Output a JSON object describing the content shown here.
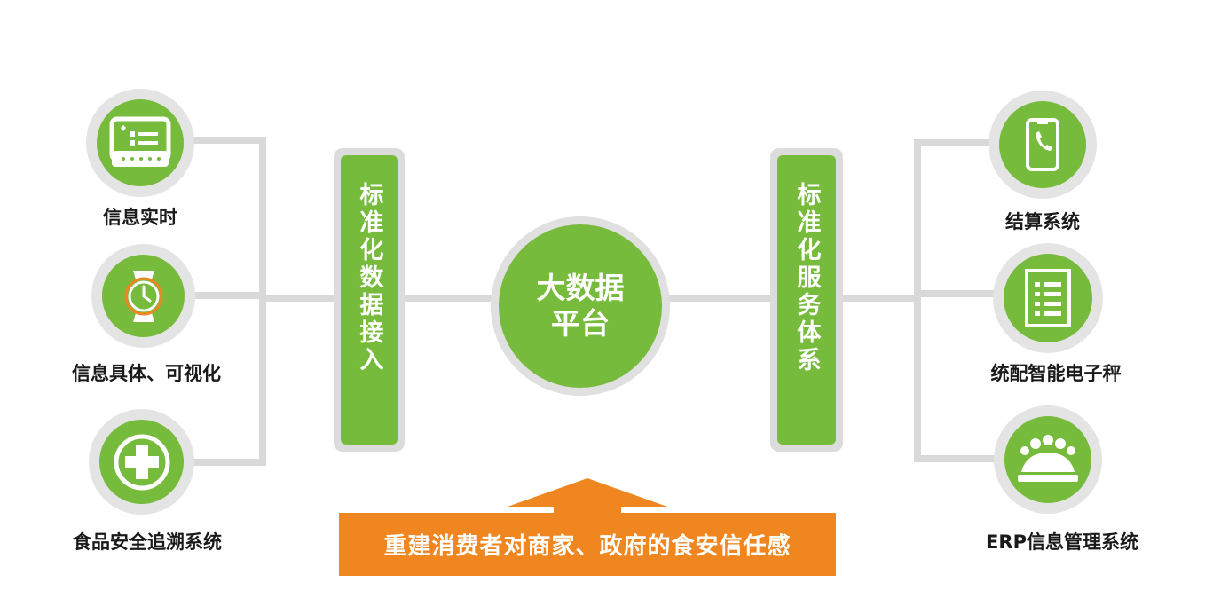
{
  "left_items": [
    {
      "label": "信息实时",
      "icon": "monitor-heart-icon"
    },
    {
      "label": "信息具体、可视化",
      "icon": "watch-icon"
    },
    {
      "label": "食品安全追溯系统",
      "icon": "medical-cross-icon"
    }
  ],
  "right_items": [
    {
      "label": "结算系统",
      "icon": "phone-icon"
    },
    {
      "label": "统配智能电子秤",
      "icon": "list-document-icon"
    },
    {
      "label": "ERP信息管理系统",
      "icon": "group-users-icon"
    }
  ],
  "left_bar": "标准化数据接入",
  "right_bar": "标准化服务体系",
  "hub": {
    "line1": "大数据",
    "line2": "平台"
  },
  "banner": "重建消费者对商家、政府的食安信任感",
  "colors": {
    "green": "#76bb3b",
    "orange": "#f0861f",
    "ring": "#e4e4e4",
    "line": "#d9d9d9"
  }
}
